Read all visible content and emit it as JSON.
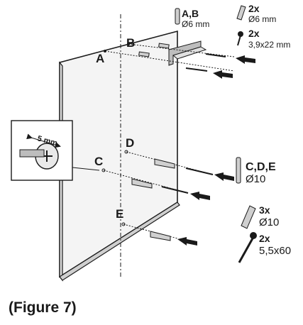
{
  "points": {
    "a": "A",
    "b": "B",
    "c": "C",
    "d": "D",
    "e": "E"
  },
  "inset_dimension": "5 mm",
  "hardware": {
    "ab_plug": {
      "ids": "A,B",
      "size": "Ø6 mm"
    },
    "ab_plug2": {
      "qty": "2x",
      "size": "Ø6 mm"
    },
    "ab_screw": {
      "qty": "2x",
      "size": "3,9x22 mm"
    },
    "cde_plug": {
      "ids": "C,D,E",
      "size": "Ø10"
    },
    "cde_plug2": {
      "qty": "3x",
      "size": "Ø10"
    },
    "cde_screw": {
      "qty": "2x",
      "size": "5,5x60"
    }
  },
  "caption": "(Figure 7)"
}
